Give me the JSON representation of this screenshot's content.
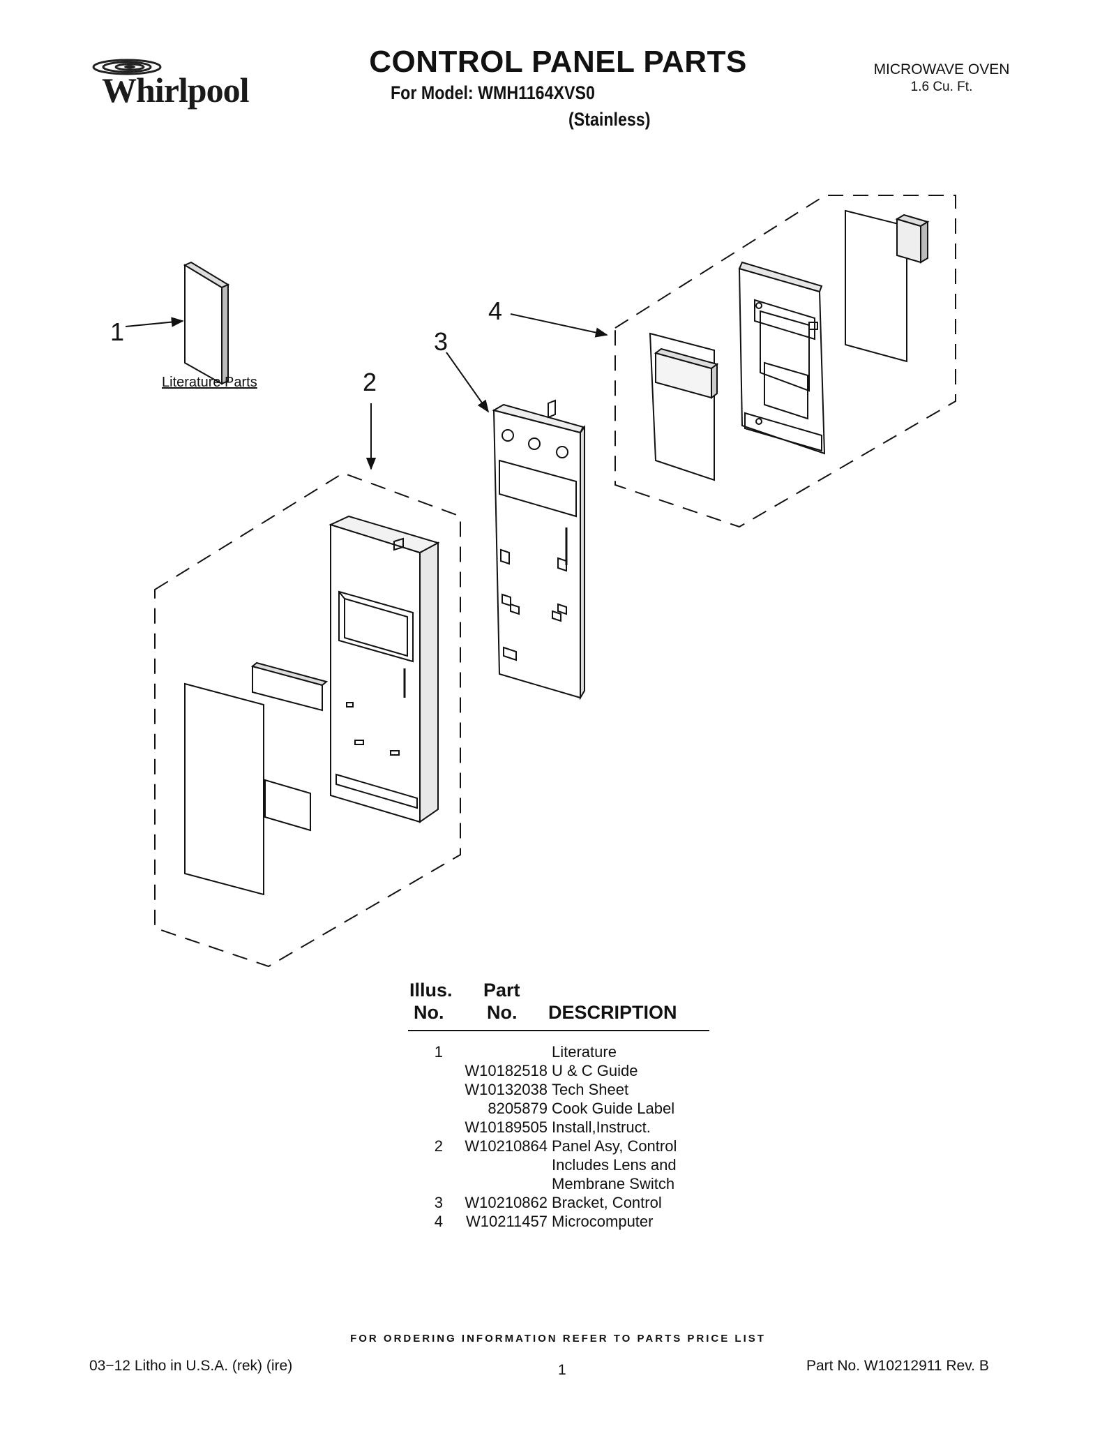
{
  "header": {
    "brand": "Whirlpool",
    "title": "CONTROL PANEL PARTS",
    "model_line": "For Model: WMH1164XVS0",
    "finish": "(Stainless)",
    "product_type": "MICROWAVE OVEN",
    "capacity": "1.6 Cu. Ft."
  },
  "diagram": {
    "callouts": [
      "1",
      "2",
      "3",
      "4"
    ],
    "literature_label": "Literature Parts"
  },
  "parts_table": {
    "headers": {
      "illus_top": "Illus.",
      "illus_bottom": "No.",
      "part_top": "Part",
      "part_bottom": "No.",
      "description": "DESCRIPTION"
    },
    "rows": [
      {
        "illus": "1",
        "part": "",
        "description": "Literature"
      },
      {
        "illus": "",
        "part": "W10182518",
        "description": "U & C Guide"
      },
      {
        "illus": "",
        "part": "W10132038",
        "description": "Tech Sheet"
      },
      {
        "illus": "",
        "part": "8205879",
        "description": "Cook Guide Label"
      },
      {
        "illus": "",
        "part": "W10189505",
        "description": "Install,Instruct."
      },
      {
        "illus": "2",
        "part": "W10210864",
        "description": "Panel Asy, Control"
      },
      {
        "illus": "",
        "part": "",
        "description": "Includes Lens and"
      },
      {
        "illus": "",
        "part": "",
        "description": "Membrane Switch"
      },
      {
        "illus": "3",
        "part": "W10210862",
        "description": "Bracket, Control"
      },
      {
        "illus": "4",
        "part": "W10211457",
        "description": "Microcomputer"
      }
    ]
  },
  "footer": {
    "ordering_note": "FOR ORDERING INFORMATION REFER TO PARTS PRICE LIST",
    "left": "03−12  Litho in U.S.A. (rek) (ire)",
    "page": "1",
    "right": "Part No. W10212911 Rev. B"
  }
}
